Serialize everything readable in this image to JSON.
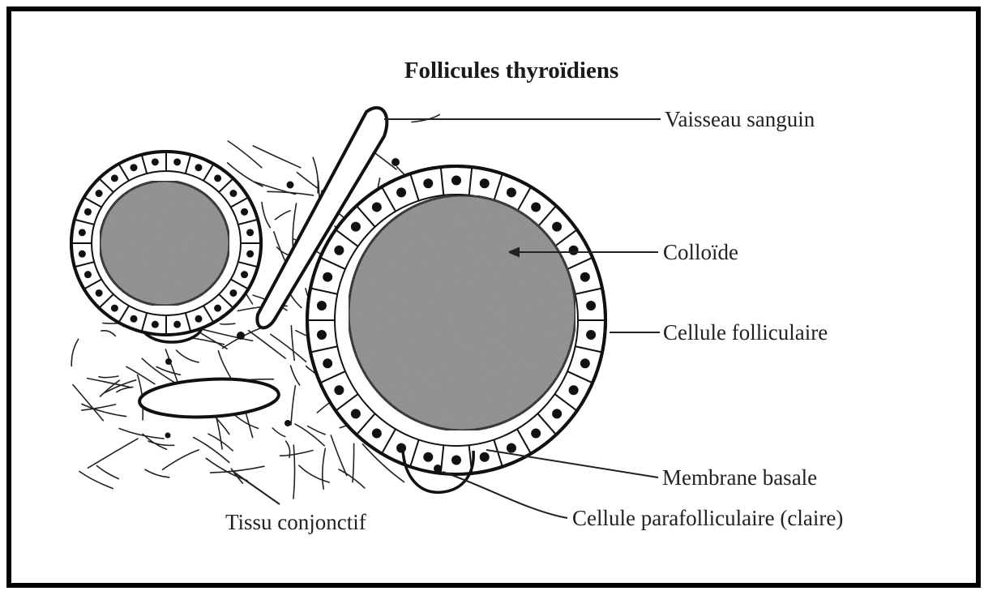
{
  "title": "Follicules thyroïdiens",
  "labels": {
    "blood_vessel": "Vaisseau sanguin",
    "colloid": "Colloïde",
    "follicular_cell": "Cellule folliculaire",
    "basement_membrane": "Membrane basale",
    "parafollicular_cell": "Cellule parafolliculaire (claire)",
    "connective_tissue": "Tissu conjonctif"
  },
  "colors": {
    "colloid_fill": "#8d8d8d",
    "ink": "#111111",
    "frame": "#000000"
  }
}
